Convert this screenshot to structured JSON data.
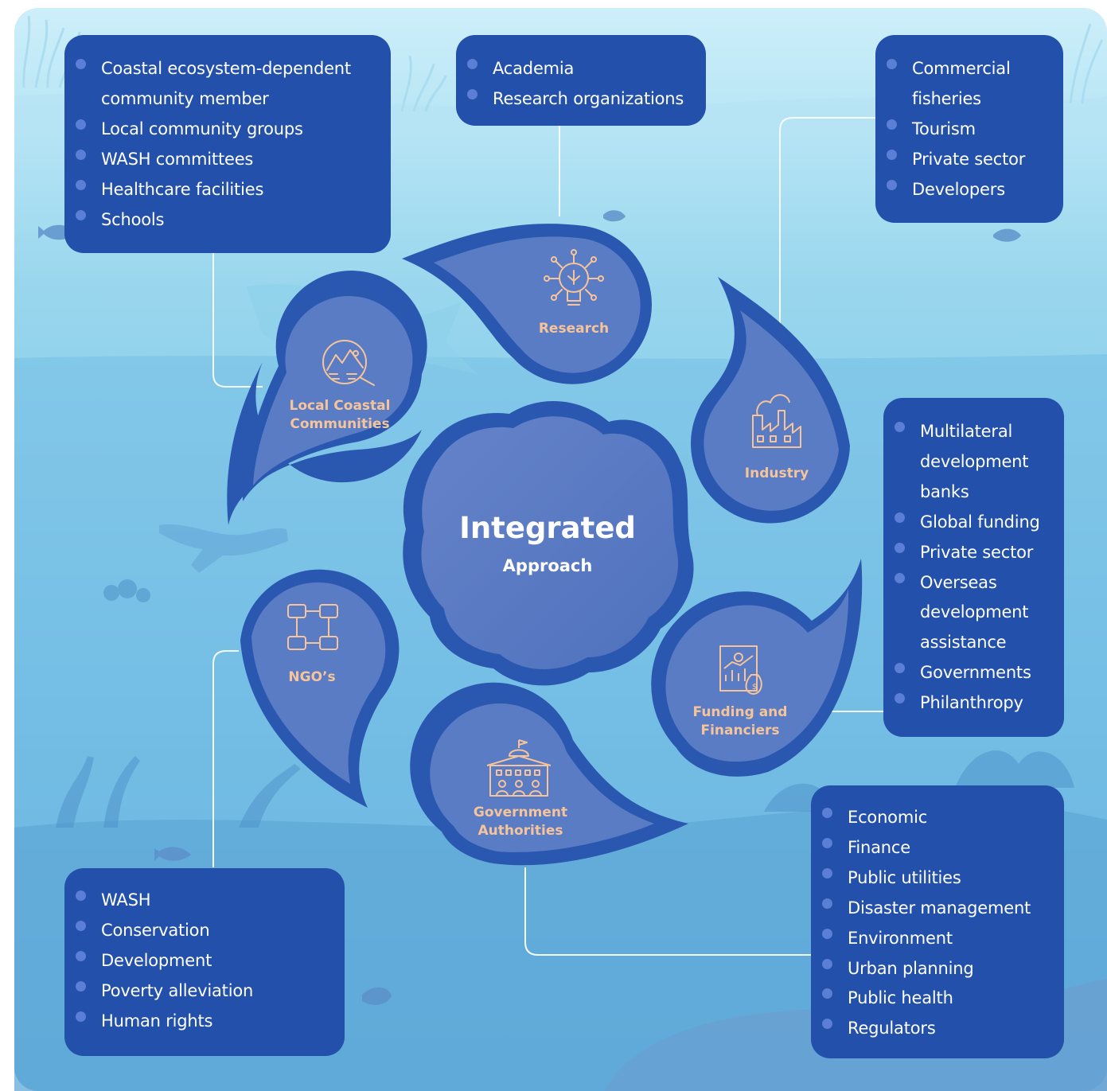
{
  "center": {
    "title": "Integrated",
    "subtitle": "Approach"
  },
  "petals": {
    "research": {
      "label": "Research",
      "icon": "lightbulb-network-icon"
    },
    "industry": {
      "label": "Industry",
      "icon": "factory-icon"
    },
    "funding": {
      "line1": "Funding and",
      "line2": "Financiers",
      "icon": "financial-report-money-bag-icon"
    },
    "government": {
      "line1": "Government",
      "line2": "Authorities",
      "icon": "government-building-people-icon"
    },
    "ngos": {
      "label": "NGO’s",
      "icon": "joined-hands-icon"
    },
    "local": {
      "line1": "Local Coastal",
      "line2": "Communities",
      "icon": "coastal-landscape-magnifier-icon"
    }
  },
  "boxes": {
    "local": [
      "Coastal ecosystem-dependent community member",
      "Local community groups",
      "WASH committees",
      "Healthcare facilities",
      "Schools"
    ],
    "research": [
      "Academia",
      "Research organizations"
    ],
    "industry": [
      "Commercial fisheries",
      "Tourism",
      "Private sector",
      "Developers"
    ],
    "funding": [
      "Multilateral development banks",
      "Global funding",
      "Private sector",
      "Overseas development assistance",
      "Governments",
      "Philanthropy"
    ],
    "government": [
      "Economic",
      "Finance",
      "Public utilities",
      "Disaster management",
      "Environment",
      "Urban planning",
      "Public health",
      "Regulators"
    ],
    "ngos": [
      "WASH",
      "Conservation",
      "Development",
      "Poverty alleviation",
      "Human rights"
    ]
  },
  "colors": {
    "box": "#2250aa",
    "petal_outer": "#2a58b0",
    "petal_inner": "#5a7cc4",
    "label": "#f6c49a",
    "water_top": "#c8ecf8",
    "water_mid": "#86cbe8",
    "water_bottom": "#5fa8d8",
    "bullet": "#5b7ed6"
  }
}
